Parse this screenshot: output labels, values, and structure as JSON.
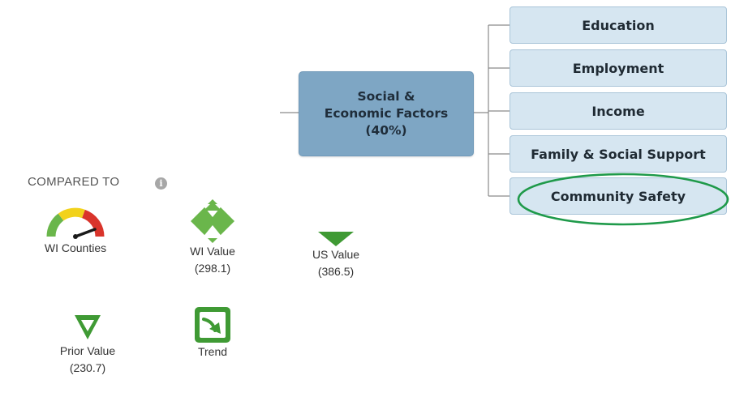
{
  "diagram": {
    "parent": {
      "line1": "Social &",
      "line2": "Economic Factors",
      "line3": "(40%)"
    },
    "children": [
      {
        "label": "Education"
      },
      {
        "label": "Employment"
      },
      {
        "label": "Income"
      },
      {
        "label": "Family & Social Support"
      },
      {
        "label": "Community Safety",
        "highlighted": true
      }
    ],
    "colors": {
      "parent_fill": "#7ea6c4",
      "child_fill": "#d6e6f1",
      "highlight_ring": "#1f9a4a"
    }
  },
  "compared_to": {
    "title": "COMPARED TO",
    "info_icon": "i",
    "metrics": [
      {
        "icon": "gauge-icon",
        "label": "WI Counties"
      },
      {
        "icon": "diamond-arrows-icon",
        "label": "WI Value",
        "value": "(298.1)"
      },
      {
        "icon": "down-arrow-icon",
        "label": "US Value",
        "value": "(386.5)"
      },
      {
        "icon": "down-triangle-icon",
        "label": "Prior Value",
        "value": "(230.7)"
      },
      {
        "icon": "trend-icon",
        "label": "Trend"
      }
    ],
    "colors": {
      "green": "#6ab64b",
      "dark_green": "#3f9a34",
      "gauge_red": "#d9342b",
      "gauge_yellow": "#f2d21b"
    }
  }
}
